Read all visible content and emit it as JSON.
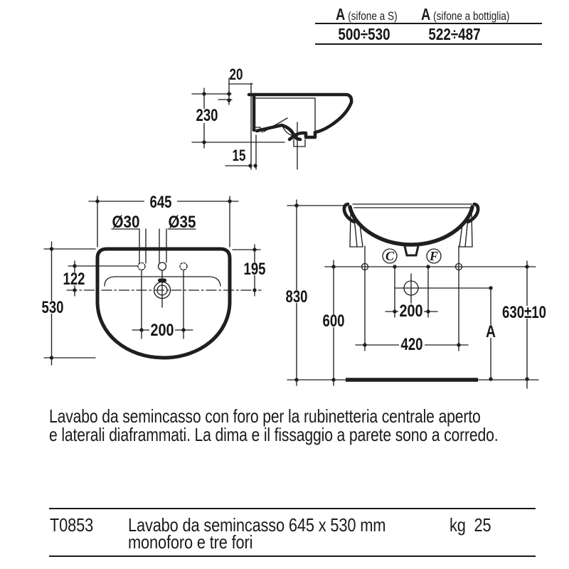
{
  "spec_table": {
    "col1": {
      "symbol": "A",
      "label": "(sifone a S)",
      "value": "500÷530"
    },
    "col2": {
      "symbol": "A",
      "label": "(sifone a bottiglia)",
      "value": "522÷487"
    }
  },
  "side_view": {
    "rim_height": "20",
    "depth": "230",
    "wall_gap": "15"
  },
  "front_view": {
    "width": "645",
    "left_hole_dia": "Ø30",
    "center_hole_dia": "Ø35",
    "hole_offset": "122",
    "rim_to_axis": "195",
    "total_depth": "530",
    "hole_spacing": "200"
  },
  "elevation_view": {
    "callout_c": "C",
    "callout_f": "F",
    "total_height": "830",
    "drain_height": "600",
    "hole_spacing": "200",
    "fixing_spacing": "420",
    "height_tolerance": "630±10",
    "siphon_dim": "A"
  },
  "description": {
    "line1": "Lavabo da semincasso con foro per la rubinetteria centrale aperto",
    "line2": "e laterali diaframmati. La dima e il fissaggio a parete sono a corredo."
  },
  "product_table": {
    "code": "T0853",
    "desc_line1": "Lavabo da semincasso 645 x 530 mm",
    "desc_line2": "monoforo e tre fori",
    "weight_label": "kg",
    "weight_value": "25"
  }
}
